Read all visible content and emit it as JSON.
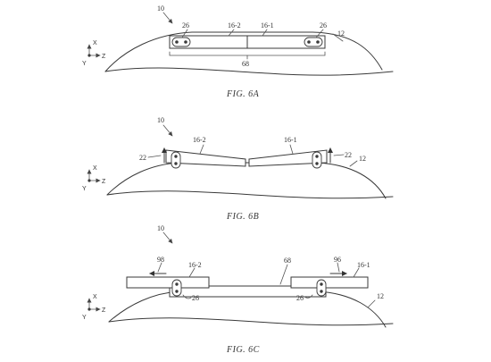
{
  "figures": [
    {
      "id": "6A",
      "caption": "FIG. 6A",
      "labels": {
        "device": "10",
        "pin_left": "26",
        "pin_right": "26",
        "segment_left": "16-2",
        "segment_right": "16-1",
        "housing": "12",
        "span": "68"
      },
      "axes": {
        "x": "X",
        "y": "Y",
        "z": "Z"
      }
    },
    {
      "id": "6B",
      "caption": "FIG. 6B",
      "labels": {
        "device": "10",
        "lift_left": "22",
        "lift_right": "22",
        "segment_left": "16-2",
        "segment_right": "16-1",
        "housing": "12"
      },
      "axes": {
        "x": "X",
        "y": "Y",
        "z": "Z"
      }
    },
    {
      "id": "6C",
      "caption": "FIG. 6C",
      "labels": {
        "device": "10",
        "move_left": "98",
        "move_right": "96",
        "segment_left": "16-2",
        "segment_right": "16-1",
        "gap": "68",
        "pin_left": "26",
        "pin_right": "26",
        "housing": "12"
      },
      "axes": {
        "x": "X",
        "y": "Y",
        "z": "Z"
      }
    }
  ]
}
